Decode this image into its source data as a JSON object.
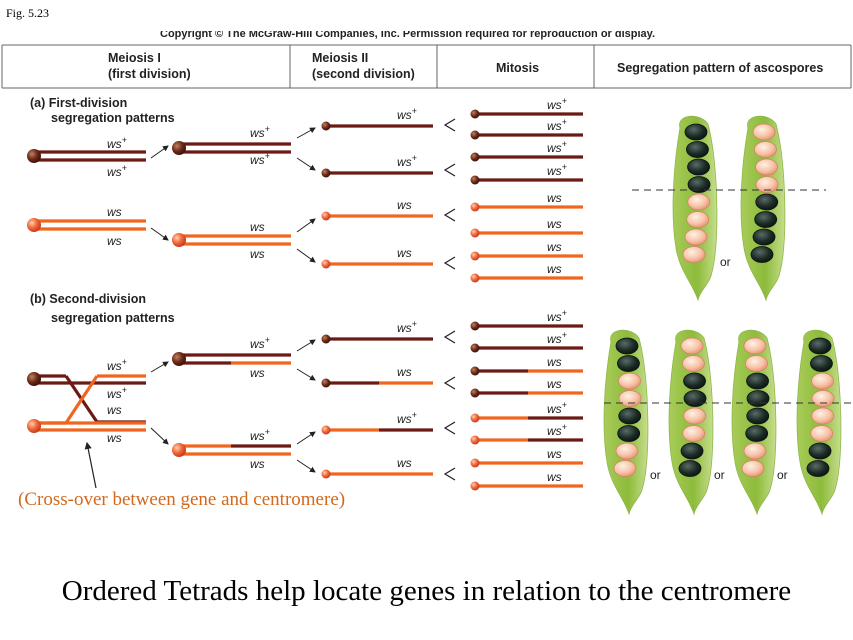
{
  "figure_label": "Fig. 5.23",
  "copyright_line": "Copyright © The McGraw-Hill Companies, Inc. Permission required for reproduction or display.",
  "columns": [
    {
      "line1": "Meiosis I",
      "line2": "(first division)"
    },
    {
      "line1": "Meiosis II",
      "line2": "(second division)"
    },
    {
      "line1": "Mitosis",
      "line2": ""
    },
    {
      "line1": "Segregation pattern of ascospores",
      "line2": ""
    }
  ],
  "sections": {
    "first": {
      "line1": "(a) First-division",
      "line2": "segregation patterns"
    },
    "second": {
      "line1": "(b) Second-division",
      "line2": "segregation patterns"
    }
  },
  "allele_labels": {
    "dominant": "ws+",
    "recessive": "ws"
  },
  "or_label": "or",
  "cross_caption": "(Cross-over between gene and centromere)",
  "main_caption": "Ordered Tetrads help locate genes in relation to the centromere",
  "colors": {
    "dark_chromosome": "#6b1a14",
    "light_chromosome": "#f0661f",
    "dark_spore": "#1c2b26",
    "light_spore": "#f7c3a6",
    "ascus": "#8dbb3a",
    "caption_orange": "#d2691e"
  },
  "ascus_patterns": {
    "first_division": [
      [
        "dark",
        "dark",
        "dark",
        "dark",
        "light",
        "light",
        "light",
        "light"
      ],
      [
        "light",
        "light",
        "light",
        "light",
        "dark",
        "dark",
        "dark",
        "dark"
      ]
    ],
    "second_division": [
      [
        "dark",
        "dark",
        "light",
        "light",
        "dark",
        "dark",
        "light",
        "light"
      ],
      [
        "light",
        "light",
        "dark",
        "dark",
        "light",
        "light",
        "dark",
        "dark"
      ],
      [
        "light",
        "light",
        "dark",
        "dark",
        "dark",
        "dark",
        "light",
        "light"
      ],
      [
        "dark",
        "dark",
        "light",
        "light",
        "light",
        "light",
        "dark",
        "dark"
      ]
    ]
  }
}
